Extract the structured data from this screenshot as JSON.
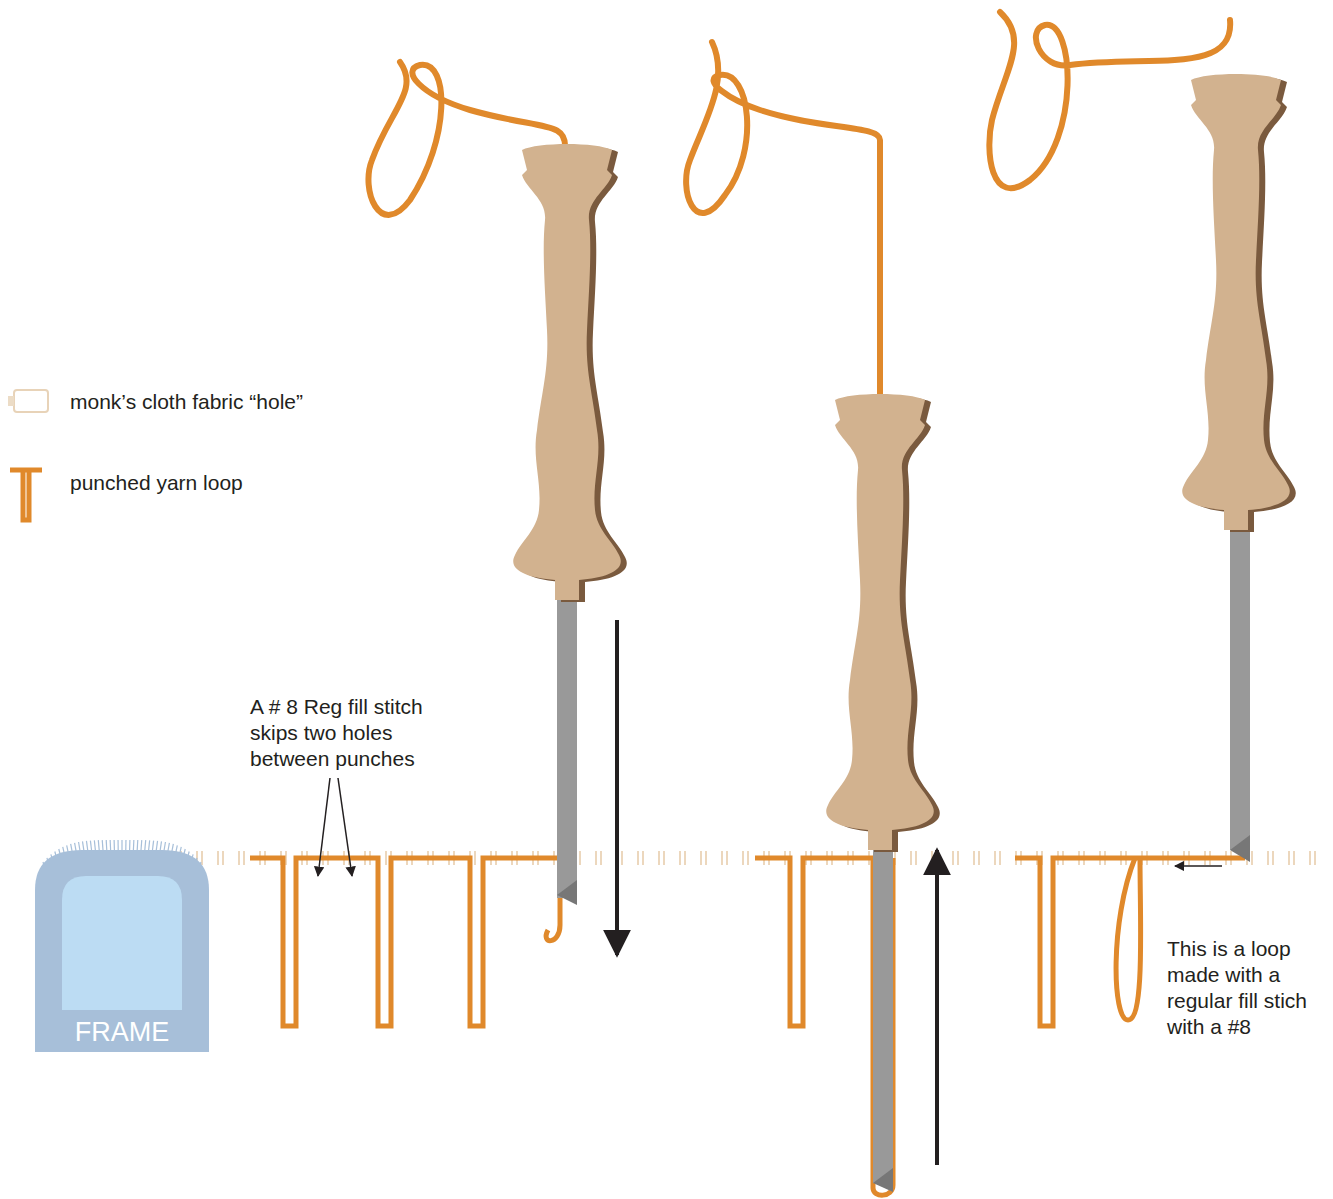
{
  "diagram": {
    "nodes": [
      {
        "text": [
          "FRAME"
        ]
      }
    ],
    "labels": [
      "A # 8 Reg fill stitch skips two holes between punches",
      "This is a loop made with a regular fill stich with a #8"
    ],
    "legend": [
      {
        "text": "monk’s cloth fabric “hole”"
      },
      {
        "text": "punched yarn loop"
      }
    ]
  }
}
